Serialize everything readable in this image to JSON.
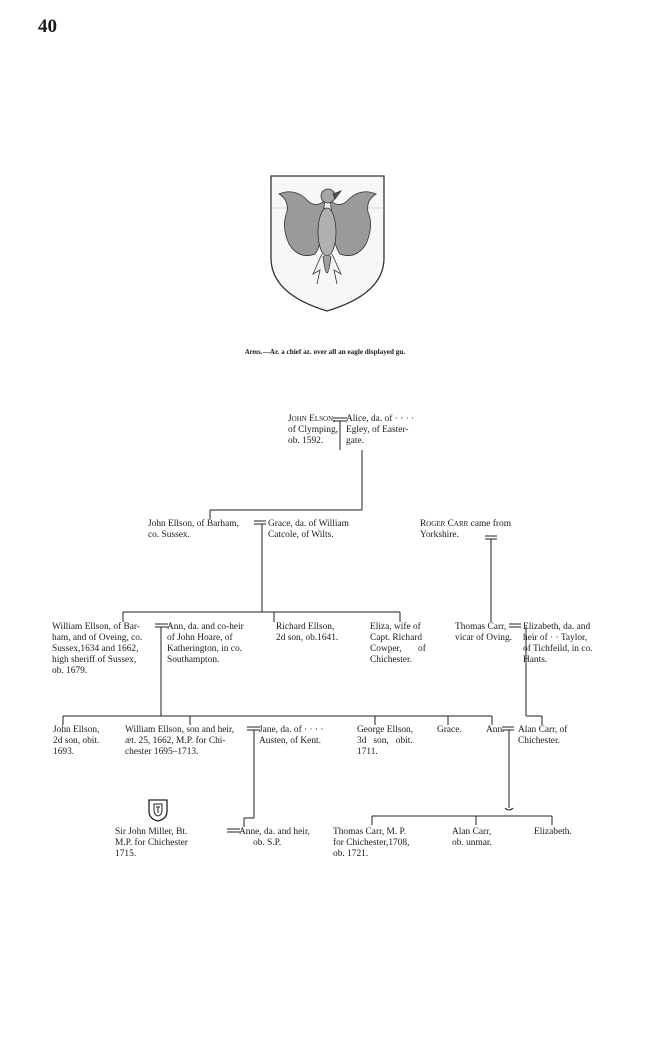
{
  "page_number": "40",
  "arms": {
    "lead": "Arms.",
    "text": "—Ar. a chief az. over all an eagle displayed gu."
  },
  "people": {
    "john_elson_head": "John Elson,",
    "john_elson_rest": "of Clymping,\nob. 1592.",
    "alice": "Alice, da. of · · · ·\nEgley, of Easter-\ngate.",
    "john_ellson_barham": "John Ellson, of Barham,\nco. Sussex.",
    "grace_catcole": "Grace, da. of William\nCatcole, of Wilts.",
    "roger_carr_head": "Roger Carr",
    "roger_carr_rest": " came from\nYorkshire.",
    "william_ellson_1679": "William Ellson, of Bar-\nham, and of Oveing, co.\nSussex,1634 and 1662,\nhigh sheriff of Sussex,\nob. 1679.",
    "ann_hoare": "Ann, da. and co-heir\nof John Hoare, of\nKatherington, in co.\nSouthampton.",
    "richard_ellson": "Richard Ellson,\n2d son, ob.1641.",
    "eliza_cowper": "Eliza, wife of\nCapt. Richard\nCowper,       of\nChichester.",
    "thomas_carr_vicar": "Thomas Carr,\nvicar of Oving.",
    "elizabeth_taylor": "Elizabeth, da. and\nheir of · · Taylor,\nof Tichfeild, in co.\nHants.",
    "john_ellson_2d": "John Ellson,\n2d son, obit.\n1693.",
    "william_ellson_heir": "William Ellson, son and heir,\næt. 25, 1662, M.P. for Chi-\nchester 1695–1713.",
    "jane_austen": "Jane, da. of · · · ·\nAusten, of Kent.",
    "george_ellson": "George Ellson,\n3d   son,   obit.\n1711.",
    "grace_2": "Grace.",
    "ann_2": "Ann.",
    "alan_carr_chichester": "Alan Carr, of\nChichester.",
    "sir_john_miller": "Sir John Miller, Bt.\nM.P. for Chichester\n1715.",
    "anne_heir": "Anne, da. and heir,\n      ob. S.P.",
    "thomas_carr_mp": "Thomas Carr, M. P.\nfor Chichester,1708,\nob. 1721.",
    "alan_carr_unmar": "Alan Carr,\nob. unmar.",
    "elizabeth_3": "Elizabeth."
  }
}
